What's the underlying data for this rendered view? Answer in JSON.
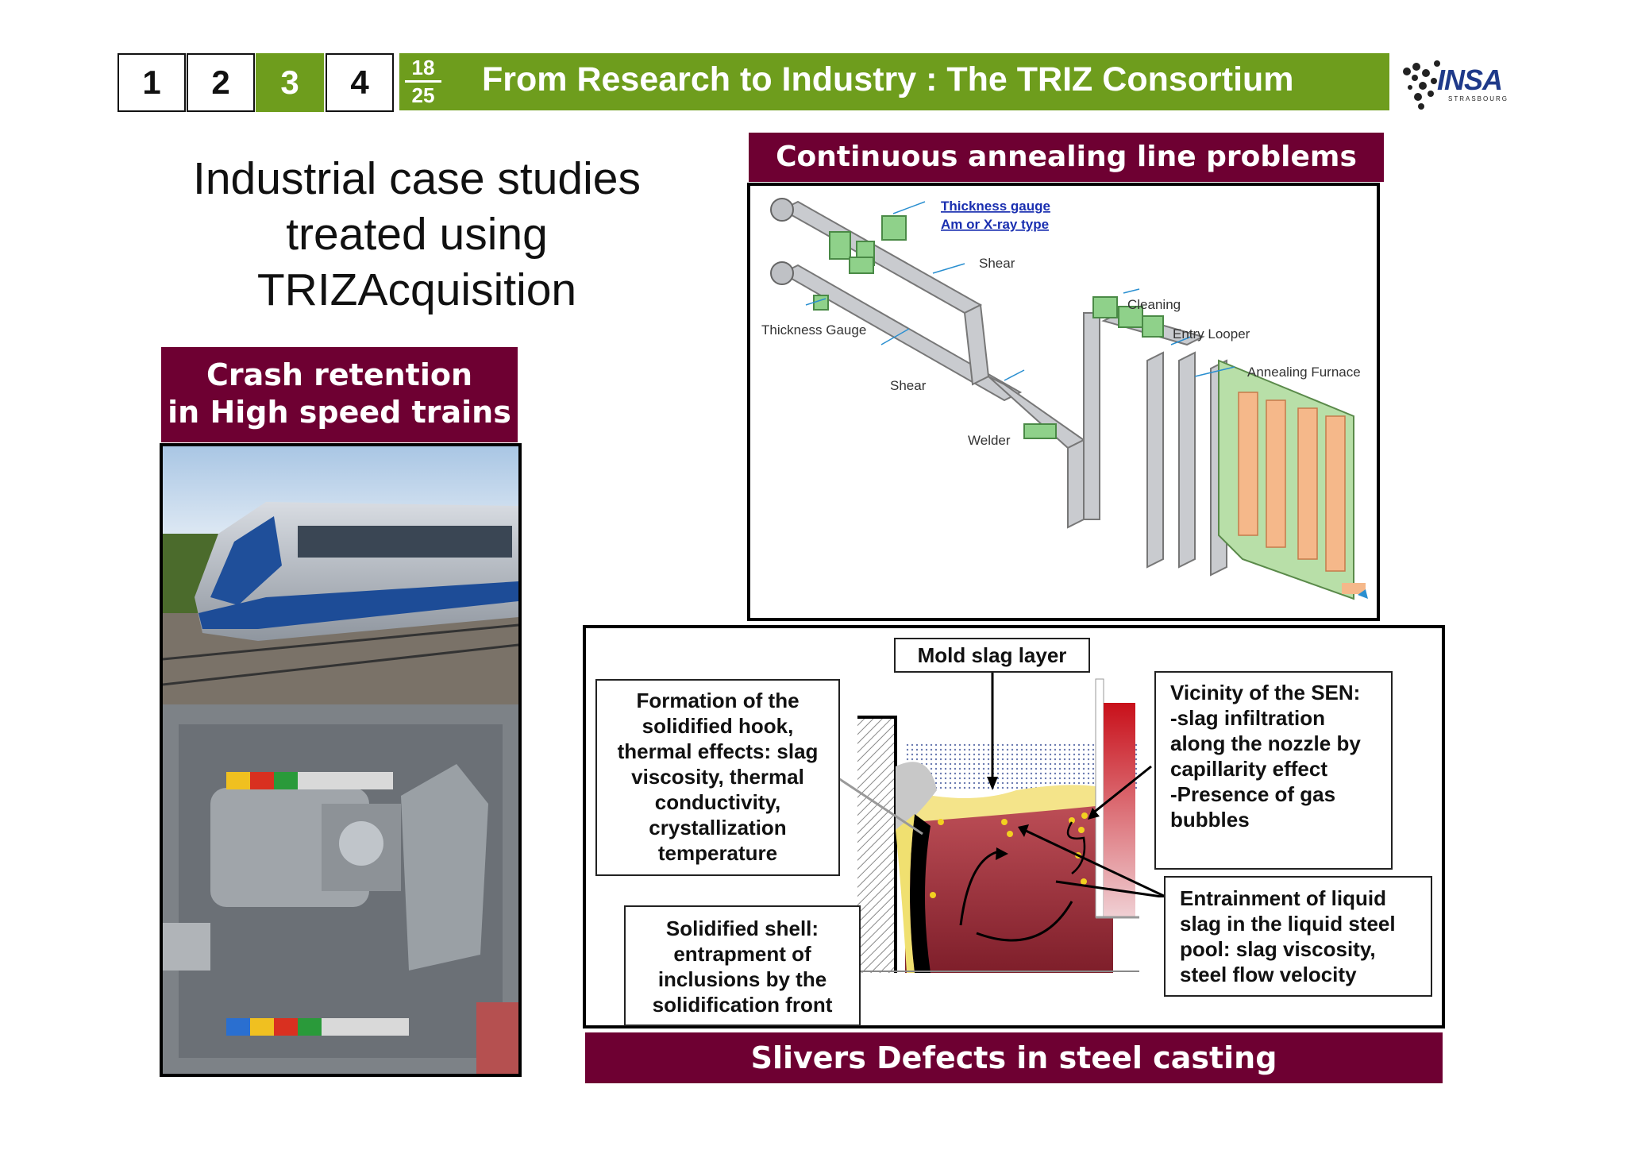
{
  "nav": {
    "items": [
      "1",
      "2",
      "3",
      "4"
    ],
    "active_index": 2
  },
  "page": {
    "current": "18",
    "total": "25"
  },
  "header": {
    "title": "From Research to Industry : The TRIZ Consortium"
  },
  "logo": {
    "text": "INSA",
    "sub": "STRASBOURG"
  },
  "main_title": {
    "line1": "Industrial case studies",
    "line2": "treated using",
    "line3": "TRIZAcquisition"
  },
  "case1": {
    "line1": "Crash retention",
    "line2": "in High speed trains"
  },
  "case2": {
    "title": "Continuous annealing line problems",
    "diagram_labels": {
      "thickness_gauge_top1": "Thickness gauge",
      "thickness_gauge_top2": "Am or X-ray type",
      "shear_top": "Shear",
      "thickness_gauge_left": "Thickness Gauge",
      "shear_bottom": "Shear",
      "welder": "Welder",
      "cleaning": "Cleaning",
      "entry_looper": "Entry Looper",
      "annealing_furnace": "Annealing Furnace"
    }
  },
  "case3": {
    "title": "Slivers Defects in steel casting",
    "mold_slag": "Mold slag layer",
    "hook": [
      "Formation of the",
      "solidified hook,",
      "thermal effects: slag",
      "viscosity, thermal",
      "conductivity,",
      "crystallization",
      "temperature"
    ],
    "shell": [
      "Solidified shell:",
      "entrapment of",
      "inclusions by the",
      "solidification front"
    ],
    "sen": [
      "Vicinity of the SEN:",
      "-slag infiltration",
      "along the nozzle by",
      "capillarity effect",
      "-Presence of gas",
      "bubbles"
    ],
    "entrain": [
      "Entrainment of liquid",
      "slag in the liquid steel",
      "pool: slag viscosity,",
      "steel flow velocity"
    ]
  },
  "colors": {
    "green": "#6e9d1d",
    "maroon": "#6e0032"
  }
}
